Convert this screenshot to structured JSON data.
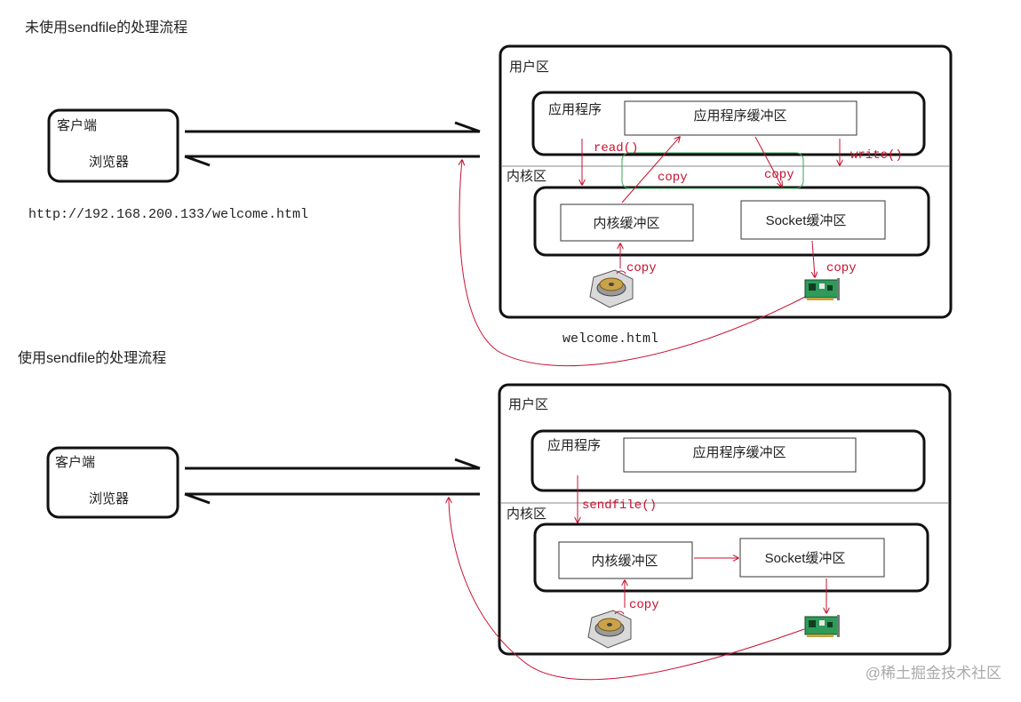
{
  "top": {
    "title": "未使用sendfile的处理流程",
    "client_label": "客户端",
    "browser_label": "浏览器",
    "url": "http://192.168.200.133/welcome.html",
    "user_space": "用户区",
    "application": "应用程序",
    "app_buffer": "应用程序缓冲区",
    "kernel_space": "内核区",
    "kernel_buffer": "内核缓冲区",
    "socket_buffer": "Socket缓冲区",
    "read_call": "read()",
    "write_call": "write()",
    "copy_1": "copy",
    "copy_2": "copy",
    "copy_3": "copy",
    "copy_4": "copy",
    "file_label": "welcome.html"
  },
  "bottom": {
    "title": "使用sendfile的处理流程",
    "client_label": "客户端",
    "browser_label": "浏览器",
    "user_space": "用户区",
    "application": "应用程序",
    "app_buffer": "应用程序缓冲区",
    "kernel_space": "内核区",
    "kernel_buffer": "内核缓冲区",
    "socket_buffer": "Socket缓冲区",
    "sendfile_call": "sendfile()",
    "copy_1": "copy"
  },
  "watermark": "@稀土掘金技术社区",
  "icons": {
    "disk": "hard-disk-icon",
    "nic": "network-card-icon"
  },
  "colors": {
    "flow_arrow": "#c8102e",
    "box_border": "#111111",
    "copy_highlight": "#3aa655"
  }
}
